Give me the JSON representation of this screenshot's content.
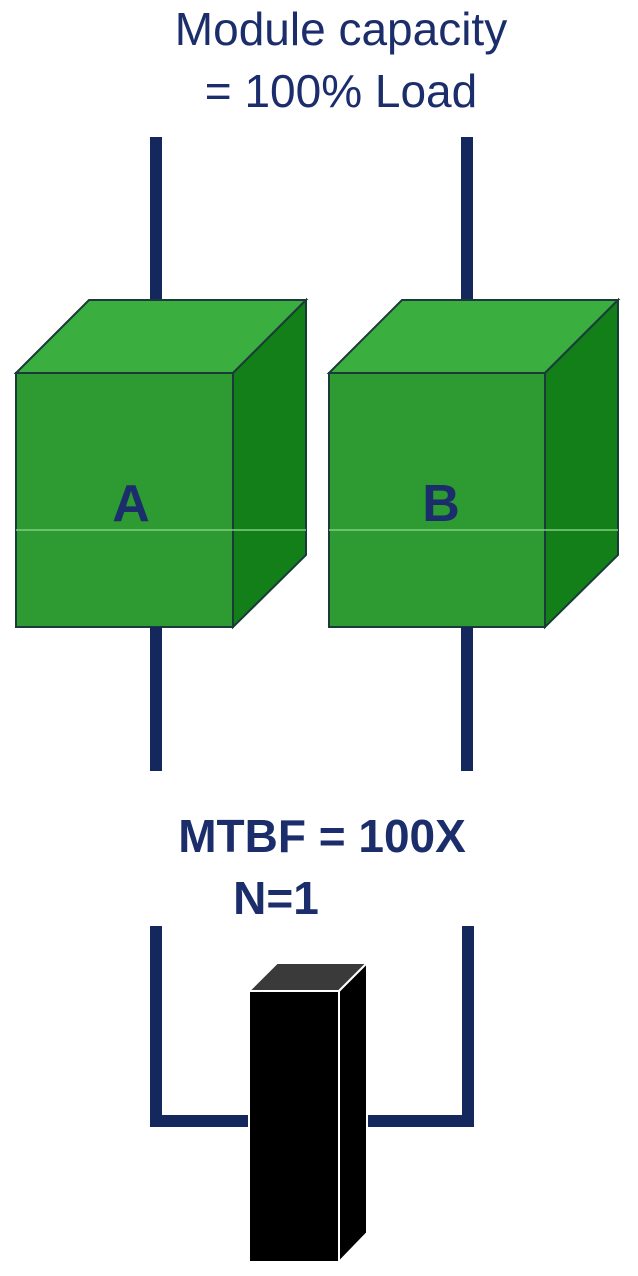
{
  "capacity": {
    "line1": "Module capacity",
    "line2": "= 100% Load"
  },
  "modules": [
    {
      "label": "A"
    },
    {
      "label": "B"
    }
  ],
  "mtbf": {
    "line1": "MTBF = 100X",
    "line2": "N=1"
  },
  "colors": {
    "wire": "#14285e",
    "cube_front": "#2d9a32",
    "cube_top": "#3aae3e",
    "cube_side": "#137f18",
    "cube_edge": "#1a3b3a",
    "load_front": "#000000",
    "load_top": "#3a3a3a"
  }
}
